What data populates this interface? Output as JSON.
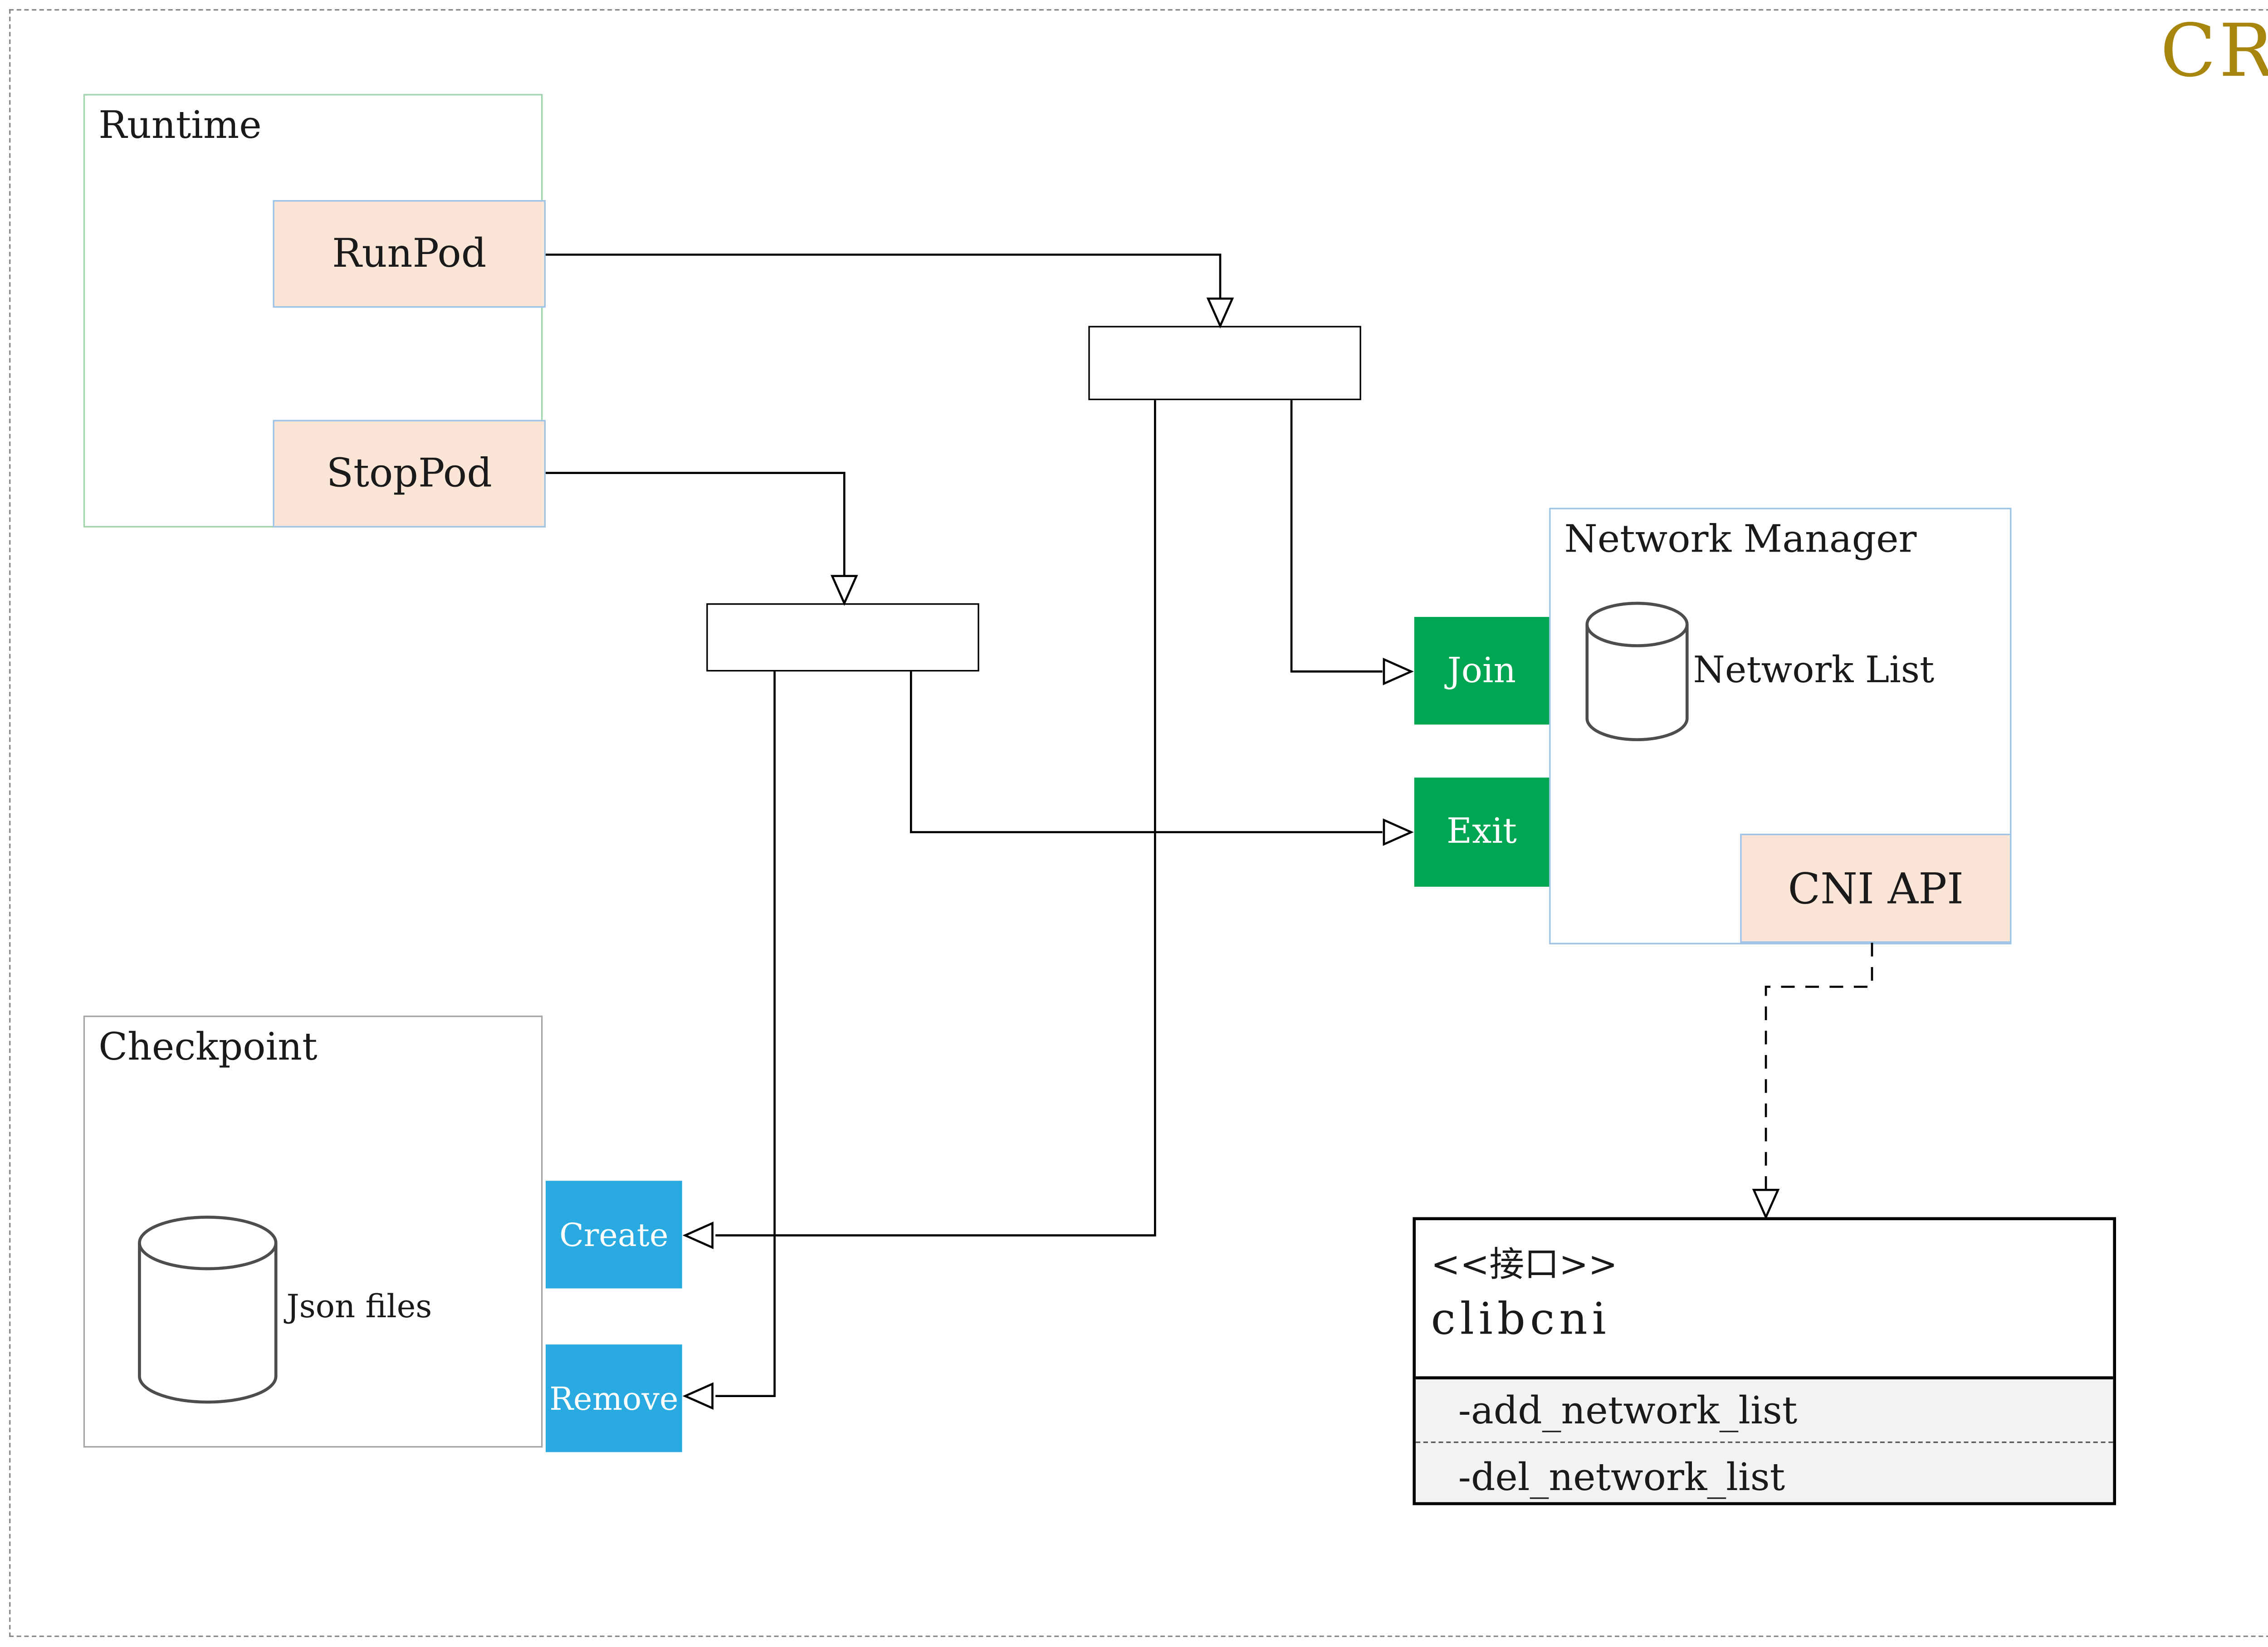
{
  "title": "CRI",
  "colors": {
    "cri_text": "#A8860D",
    "runtime_border": "#9FD5AC",
    "network_manager_border": "#9DC3E6",
    "checkpoint_border": "#A6A6A6",
    "peach_fill": "#FBE5D6",
    "peach_border": "#9DC3E6",
    "green_fill": "#00A651",
    "blue_fill": "#29ABE2",
    "interface_methods_fill": "#F2F2F2",
    "line_color": "#000000"
  },
  "runtime": {
    "label": "Runtime",
    "run_pod": "RunPod",
    "stop_pod": "StopPod"
  },
  "network_manager": {
    "label": "Network Manager",
    "network_list": "Network List",
    "cni_api": "CNI API",
    "join": "Join",
    "exit": "Exit"
  },
  "checkpoint": {
    "label": "Checkpoint",
    "json_files": "Json files",
    "create": "Create",
    "remove": "Remove"
  },
  "interface": {
    "stereotype": "<<接口>>",
    "name": "clibcni",
    "methods": [
      "-add_network_list",
      "-del_network_list"
    ]
  }
}
